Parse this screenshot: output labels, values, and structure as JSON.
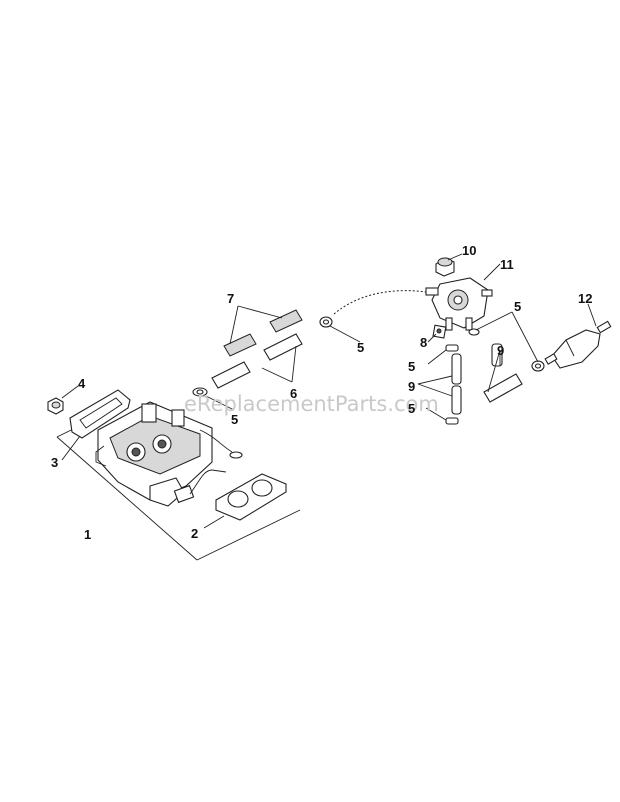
{
  "watermark": "eReplacementParts.com",
  "callouts": [
    "1",
    "2",
    "3",
    "4",
    "5",
    "5",
    "6",
    "7",
    "8",
    "5",
    "9",
    "5",
    "10",
    "11",
    "5",
    "9",
    "12"
  ]
}
